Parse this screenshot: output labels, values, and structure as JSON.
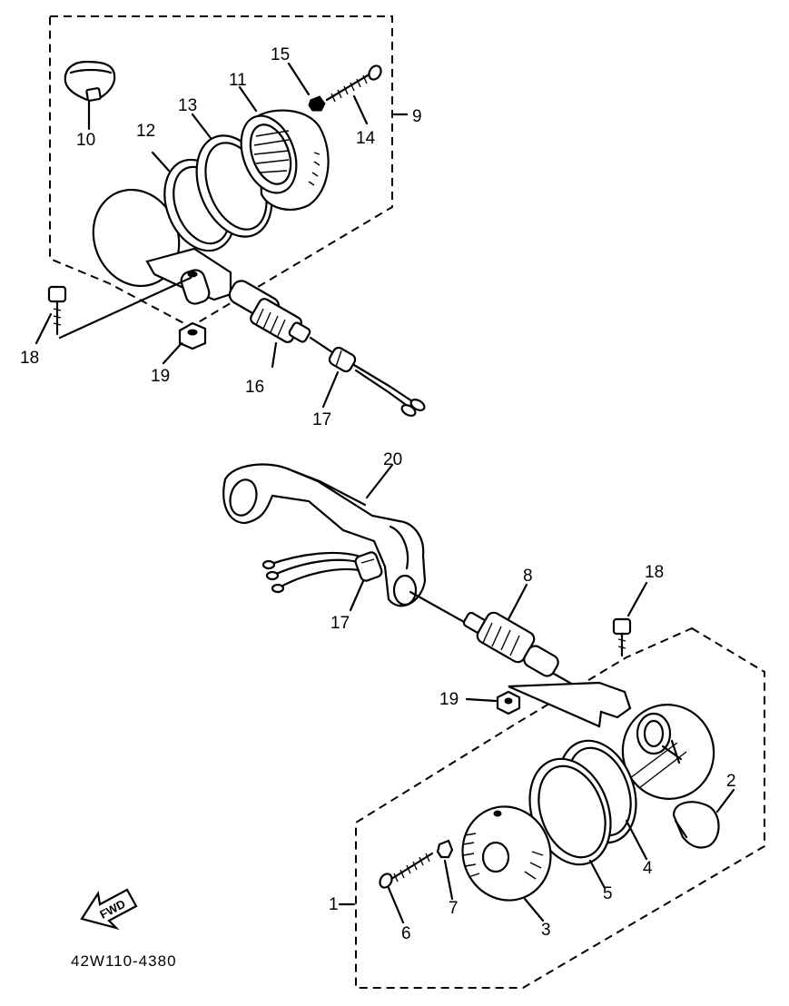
{
  "diagram": {
    "labels": {
      "p1": "1",
      "p2": "2",
      "p3": "3",
      "p4": "4",
      "p5": "5",
      "p6": "6",
      "p7": "7",
      "p8": "8",
      "p9": "9",
      "p10": "10",
      "p11": "11",
      "p12": "12",
      "p13": "13",
      "p14": "14",
      "p15": "15",
      "p16": "16",
      "p17a": "17",
      "p17b": "17",
      "p18a": "18",
      "p18b": "18",
      "p19a": "19",
      "p19b": "19",
      "p20": "20"
    },
    "fwd_text": "FWD",
    "diagram_code": "42W110-4380"
  }
}
